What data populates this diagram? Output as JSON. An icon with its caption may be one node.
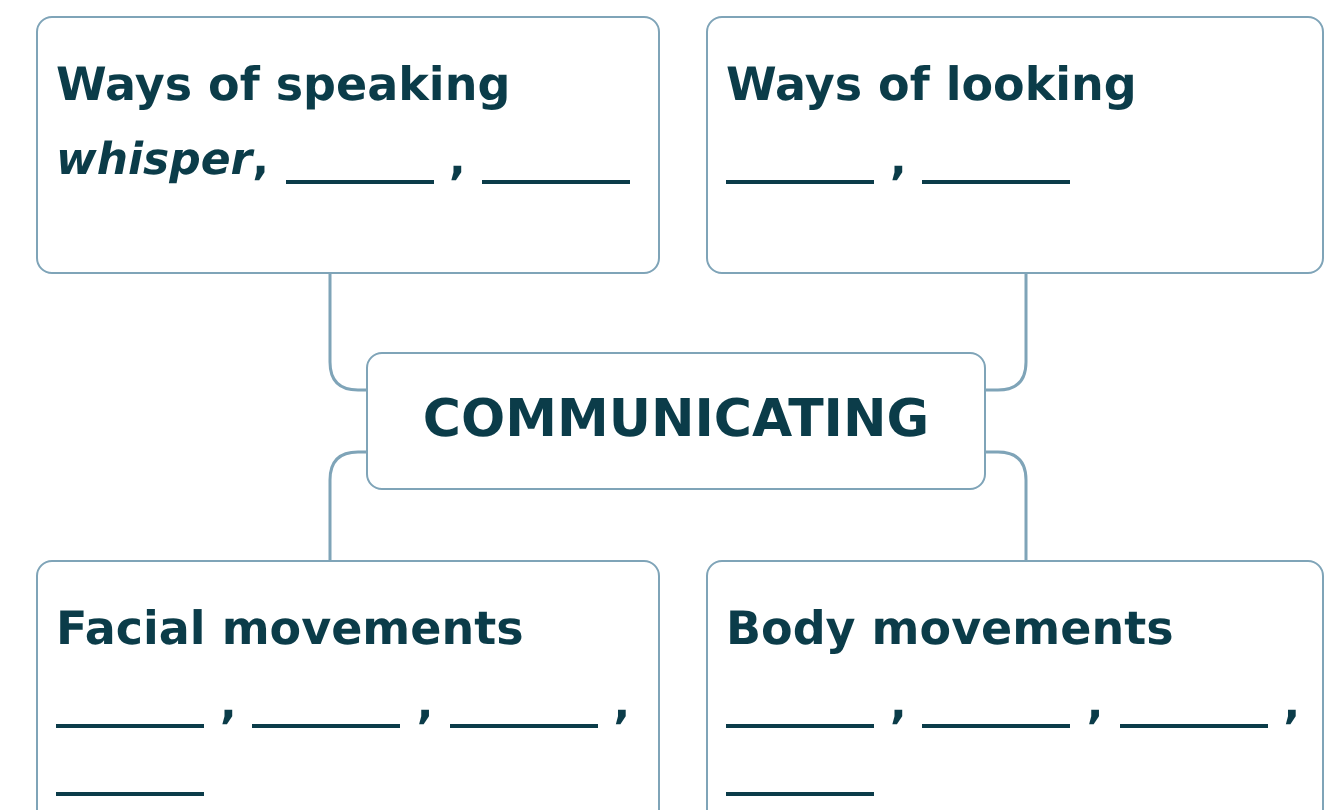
{
  "diagram": {
    "nodes": [
      {
        "text": [
          "Ways of speaking",
          "*whisper*,",
          ","
        ]
      },
      {
        "text": [
          "Ways of looking",
          ","
        ]
      },
      {
        "text": [
          "COMMUNICATING"
        ]
      },
      {
        "text": [
          "Facial movements",
          ",",
          ",",
          ","
        ]
      },
      {
        "text": [
          "Body movements",
          ",",
          ",",
          ","
        ]
      }
    ],
    "edges": [
      {
        "from": 2,
        "to": 0,
        "arrow": "none"
      },
      {
        "from": 2,
        "to": 1,
        "arrow": "none"
      },
      {
        "from": 2,
        "to": 3,
        "arrow": "none"
      },
      {
        "from": 2,
        "to": 4,
        "arrow": "none"
      }
    ]
  }
}
